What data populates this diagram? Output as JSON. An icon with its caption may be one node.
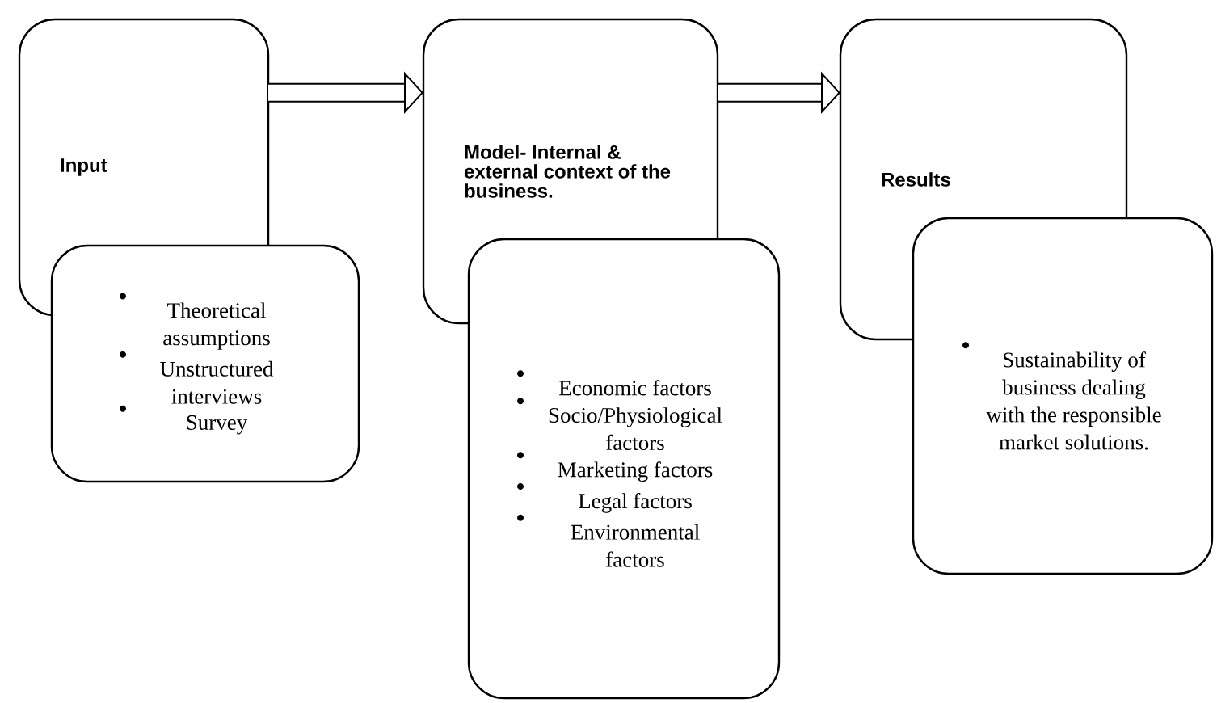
{
  "diagram": {
    "nodes": [
      {
        "text": [
          "Input"
        ]
      },
      {
        "text": [
          "Theoretical assumptions",
          "Unstructured interviews",
          "Survey"
        ]
      },
      {
        "text": [
          "Model- Internal & external context of the business."
        ]
      },
      {
        "text": [
          "Economic factors",
          "Socio/Physiological factors",
          "Marketing factors",
          "Legal factors",
          "Environmental factors"
        ]
      },
      {
        "text": [
          "Results"
        ]
      },
      {
        "text": [
          "Sustainability of business dealing with the responsible market solutions."
        ]
      }
    ],
    "edges": [
      {
        "from": 0,
        "to": 2,
        "arrow": "to"
      },
      {
        "from": 2,
        "to": 4,
        "arrow": "to"
      }
    ]
  }
}
